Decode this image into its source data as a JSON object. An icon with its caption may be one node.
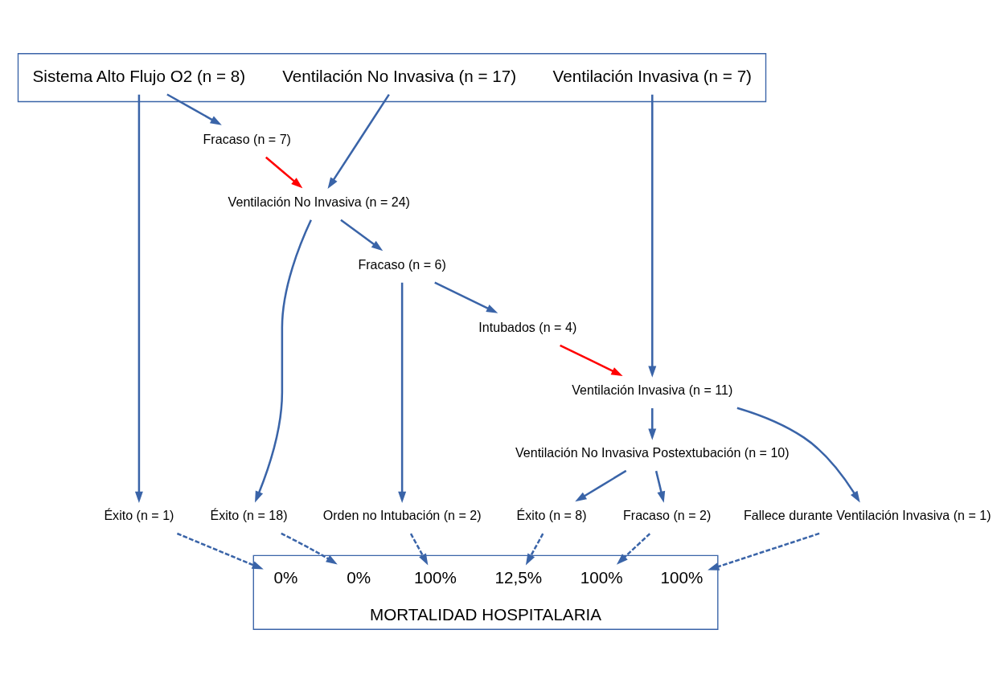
{
  "diagram": {
    "nodes": [
      {
        "text": [],
        "shape": "box"
      },
      {
        "text": [
          "Sistema Alto Flujo O2 (n = 8)"
        ],
        "in": 0
      },
      {
        "text": [
          "Ventilación No Invasiva (n = 17)"
        ],
        "in": 0
      },
      {
        "text": [
          "Ventilación Invasiva (n = 7)"
        ],
        "in": 0
      },
      {
        "text": [
          "Éxito (n = 1)"
        ]
      },
      {
        "text": [
          "Fracaso (n = 7)"
        ]
      },
      {
        "text": [
          "Ventilación No Invasiva (n = 24)"
        ]
      },
      {
        "text": [
          "Éxito (n = 18)"
        ]
      },
      {
        "text": [
          "Fracaso (n = 6)"
        ]
      },
      {
        "text": [
          "Orden no Intubación (n = 2)"
        ]
      },
      {
        "text": [
          "Intubados (n = 4)"
        ]
      },
      {
        "text": [
          "Ventilación Invasiva (n = 11)"
        ]
      },
      {
        "text": [
          "Ventilación No Invasiva Postextubación (n = 10)"
        ]
      },
      {
        "text": [
          "Fallece durante Ventilación Invasiva (n = 1)"
        ]
      },
      {
        "text": [
          "Éxito (n = 8)"
        ]
      },
      {
        "text": [
          "Fracaso (n = 2)"
        ]
      },
      {
        "text": [
          "MORTALIDAD HOSPITALARIA"
        ]
      },
      {
        "text": [
          "0%"
        ],
        "in": 16
      },
      {
        "text": [
          "0%"
        ],
        "in": 16
      },
      {
        "text": [
          "100%"
        ],
        "in": 16
      },
      {
        "text": [
          "12,5%"
        ],
        "in": 16
      },
      {
        "text": [
          "100%"
        ],
        "in": 16
      },
      {
        "text": [
          "100%"
        ],
        "in": 16
      }
    ],
    "edges": [
      {
        "from": 1,
        "to": 4,
        "arrow": "to"
      },
      {
        "from": 1,
        "to": 5,
        "arrow": "to"
      },
      {
        "from": 5,
        "to": 6,
        "arrow": "to",
        "color": "#ff0000"
      },
      {
        "from": 2,
        "to": 6,
        "arrow": "to"
      },
      {
        "from": 6,
        "to": 7,
        "arrow": "to"
      },
      {
        "from": 6,
        "to": 8,
        "arrow": "to"
      },
      {
        "from": 8,
        "to": 9,
        "arrow": "to"
      },
      {
        "from": 8,
        "to": 10,
        "arrow": "to"
      },
      {
        "from": 10,
        "to": 11,
        "arrow": "to",
        "color": "#ff0000"
      },
      {
        "from": 3,
        "to": 11,
        "arrow": "to"
      },
      {
        "from": 11,
        "to": 12,
        "arrow": "to"
      },
      {
        "from": 11,
        "to": 13,
        "arrow": "to"
      },
      {
        "from": 12,
        "to": 14,
        "arrow": "to"
      },
      {
        "from": 12,
        "to": 15,
        "arrow": "to"
      },
      {
        "from": 4,
        "to": 17,
        "arrow": "to",
        "style": "dashed"
      },
      {
        "from": 7,
        "to": 18,
        "arrow": "to",
        "style": "dashed"
      },
      {
        "from": 9,
        "to": 19,
        "arrow": "to",
        "style": "dashed"
      },
      {
        "from": 14,
        "to": 20,
        "arrow": "to",
        "style": "dashed"
      },
      {
        "from": 15,
        "to": 21,
        "arrow": "to",
        "style": "dashed"
      },
      {
        "from": 13,
        "to": 22,
        "arrow": "to",
        "style": "dashed"
      }
    ]
  }
}
